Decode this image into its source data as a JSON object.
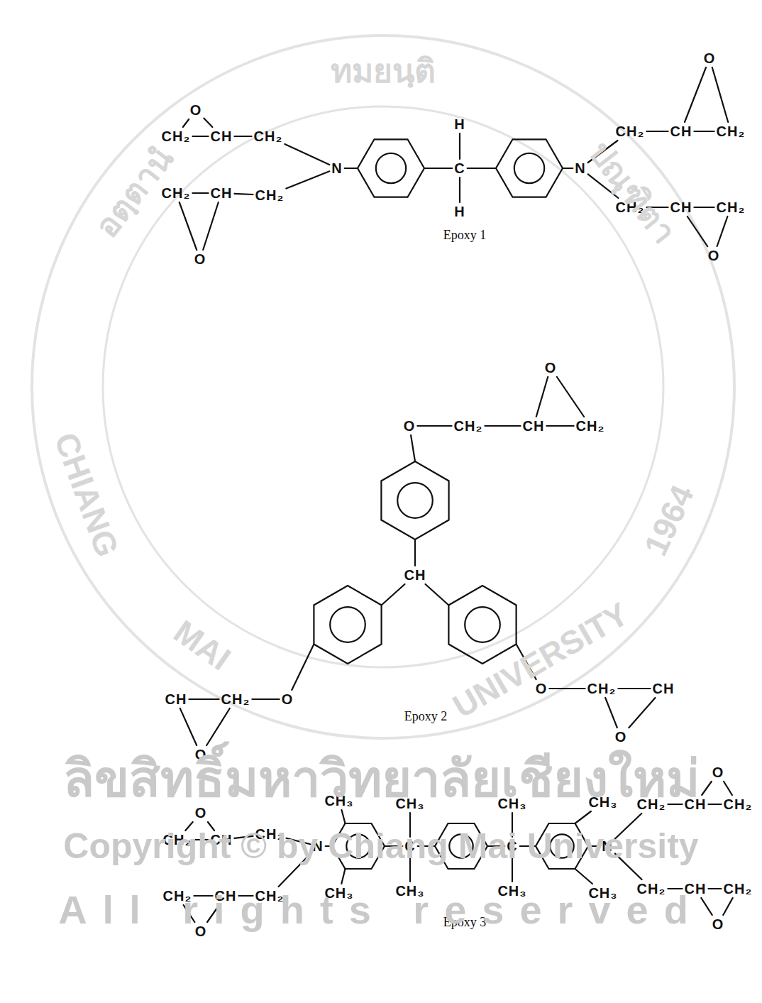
{
  "diagram": {
    "labels": [
      "O",
      "CH₂",
      "CH",
      "CH₂",
      "CH₂",
      "CH",
      "CH₂",
      "O",
      "N",
      "H",
      "C",
      "H",
      "N",
      "O",
      "CH₂",
      "CH",
      "CH₂",
      "CH₂",
      "CH",
      "CH₂",
      "O",
      "Epoxy 1",
      "O",
      "CH₂",
      "CH",
      "CH₂",
      "O",
      "CH",
      "CH",
      "CH₂",
      "O",
      "O",
      "O",
      "CH₂",
      "CH",
      "O",
      "Epoxy 2",
      "O",
      "CH₂",
      "CH",
      "CH₂",
      "CH₂",
      "CH",
      "CH₂",
      "O",
      "N",
      "CH₃",
      "CH₃",
      "CH₃",
      "C",
      "CH₃",
      "CH₃",
      "C",
      "CH₃",
      "CH₃",
      "CH₃",
      "N",
      "CH₂",
      "CH",
      "CH₂",
      "O",
      "CH₂",
      "CH",
      "CH₂",
      "O",
      "Epoxy 3",
      "อตฺตานํ",
      "ทมยนฺติ",
      "ปณฺฑิตา",
      "CHIANG",
      "MAI",
      "UNIVERSITY",
      "1964",
      "ลิขสิทธิ์มหาวิทยาลัยเชียงใหม่",
      "Copyright © by Chiang Mai University",
      "All rights reserved"
    ]
  }
}
